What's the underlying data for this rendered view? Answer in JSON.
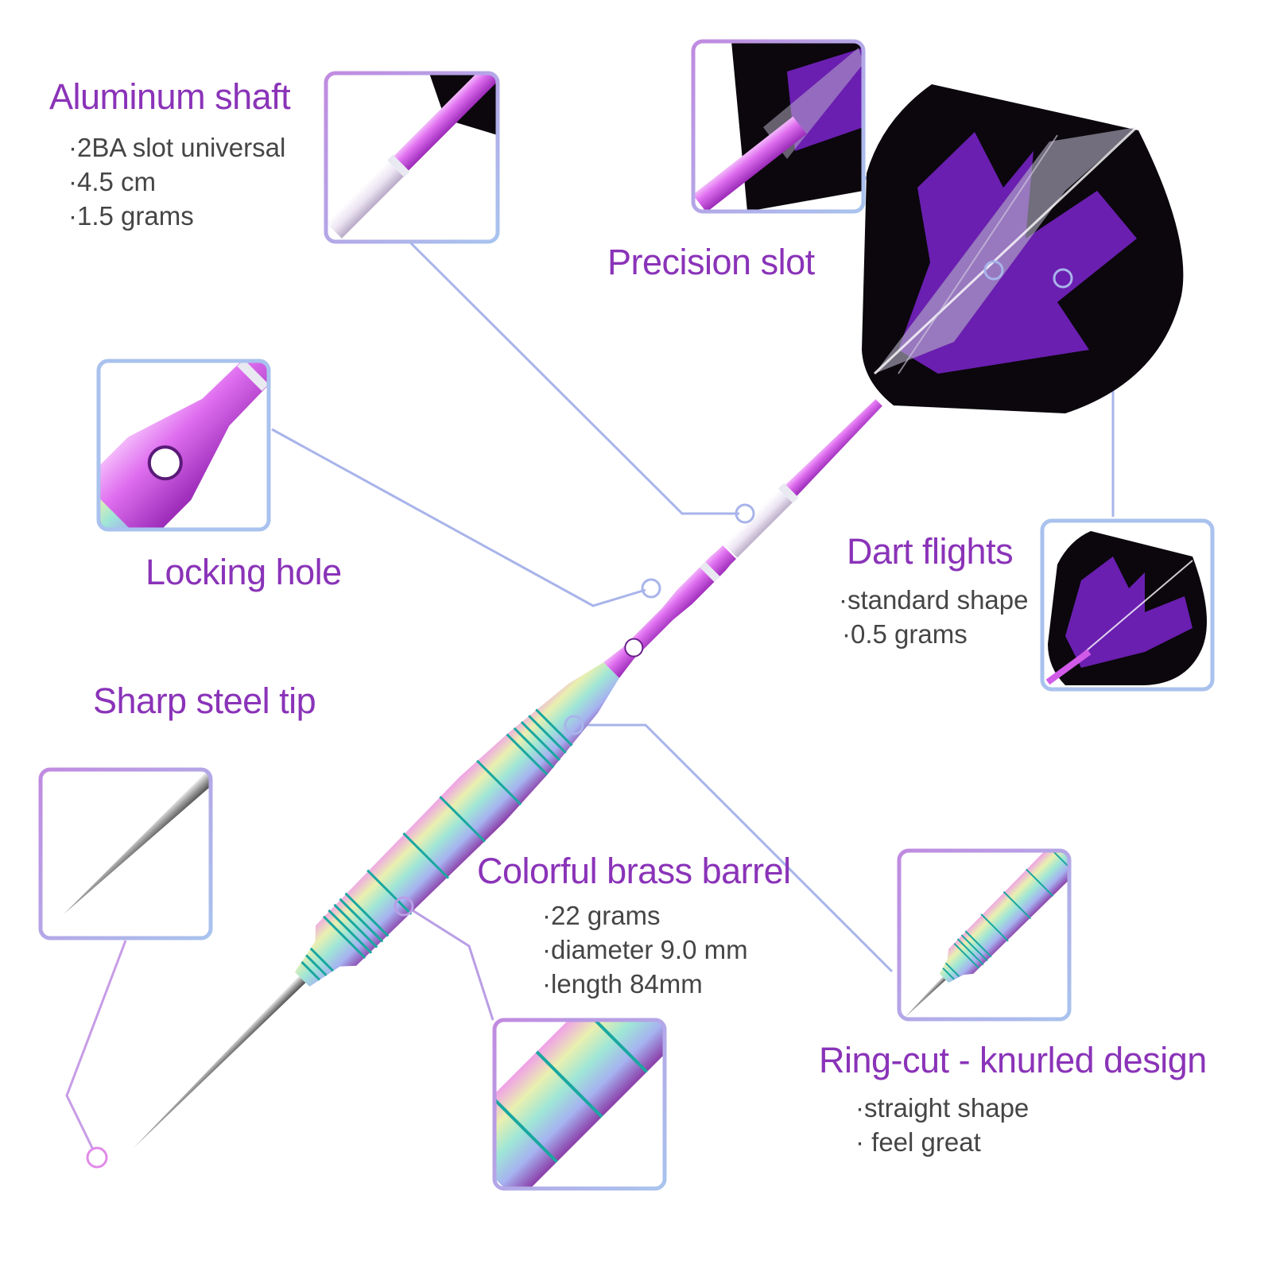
{
  "colors": {
    "title": "#8a33b8",
    "spec_text": "#454545",
    "callout_line": "#a8b4ea",
    "callout_frame_start": "#b98ae0",
    "callout_frame_end": "#a9c2ee",
    "flight_black": "#0b070d",
    "flight_purple": "#6a1fb0",
    "shaft_pink": "#d25ae8"
  },
  "labels": {
    "aluminum_shaft": {
      "title": "Aluminum shaft",
      "specs": [
        "·2BA slot universal",
        "·4.5 cm",
        "·1.5 grams"
      ]
    },
    "precision_slot": {
      "title": "Precision slot"
    },
    "locking_hole": {
      "title": "Locking hole"
    },
    "dart_flights": {
      "title": "Dart flights",
      "specs": [
        "·standard shape",
        "·0.5 grams"
      ]
    },
    "sharp_steel_tip": {
      "title": "Sharp steel tip"
    },
    "colorful_brass_barrel": {
      "title": "Colorful brass barrel",
      "specs": [
        "·22 grams",
        "·diameter 9.0 mm",
        "·length 84mm"
      ]
    },
    "ring_cut_design": {
      "title": "Ring-cut - knurled design",
      "specs": [
        "·straight shape",
        "· feel great"
      ]
    }
  },
  "icons": {
    "dart": "dart-illustration",
    "shaft_zoom": "aluminum-shaft-icon",
    "slot_zoom": "precision-slot-icon",
    "hole_zoom": "locking-hole-icon",
    "flight_zoom": "dart-flight-icon",
    "tip_zoom": "steel-tip-icon",
    "barrel_zoom": "brass-barrel-icon",
    "ringcut_zoom": "ring-cut-icon"
  }
}
